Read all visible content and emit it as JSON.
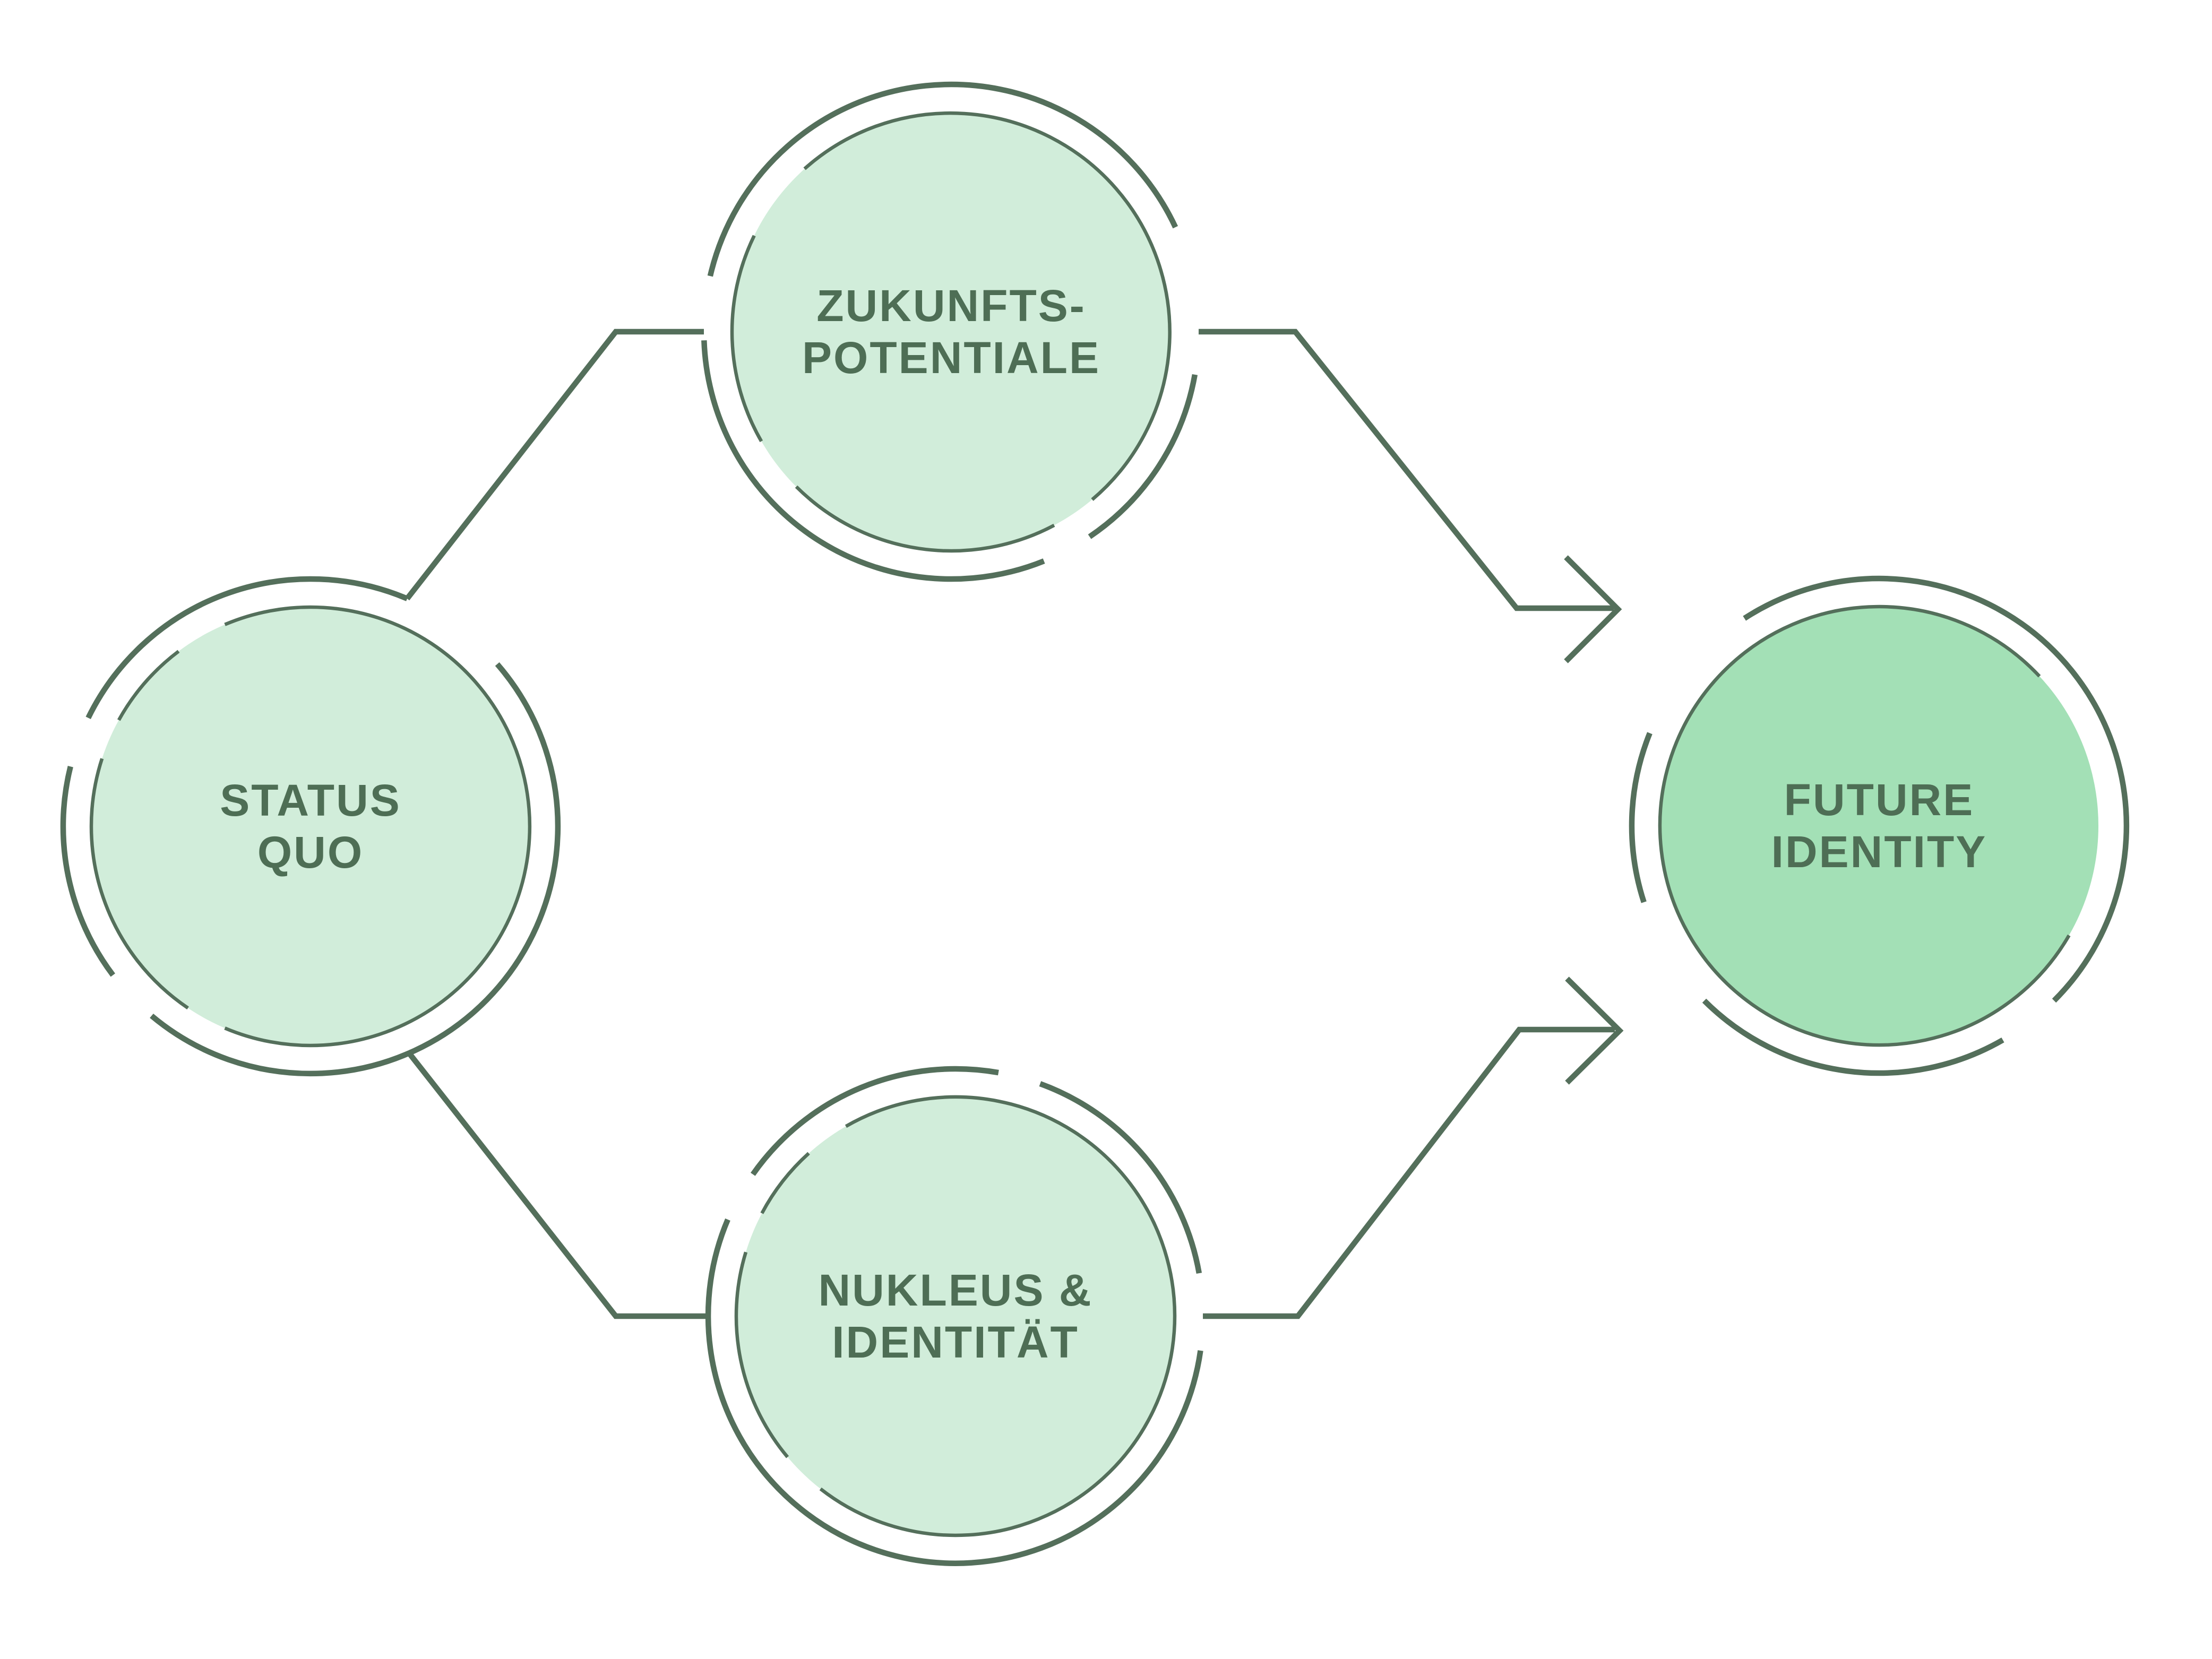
{
  "diagram": {
    "background": "#ffffff",
    "stroke_color": "#546f5b",
    "text_color": "#4e6e55",
    "nodes": [
      {
        "id": "status-quo",
        "line1": "STATUS",
        "line2": "QUO",
        "fill": "#d1edda"
      },
      {
        "id": "zukunftspotentiale",
        "line1": "ZUKUNFTS-",
        "line2": "POTENTIALE",
        "fill": "#d1edda"
      },
      {
        "id": "nukleus-identitaet",
        "line1": "NUKLEUS &",
        "line2": "IDENTITÄT",
        "fill": "#d1edda"
      },
      {
        "id": "future-identity",
        "line1": "FUTURE",
        "line2": "IDENTITY",
        "fill": "#a3e0b6"
      }
    ]
  }
}
